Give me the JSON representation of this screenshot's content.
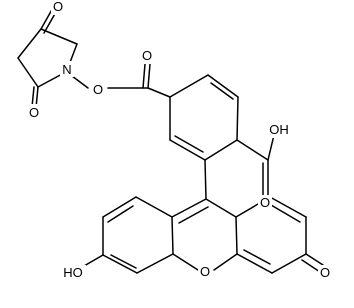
{
  "diagram": {
    "type": "chemical-structure",
    "bond_color": "#000000",
    "background_color": "#ffffff",
    "atom_labels": {
      "o_imide_top": "O",
      "n_imide": "N",
      "o_imide_bottom": "O",
      "o_ester_link": "O",
      "o_ester_carbonyl": "O",
      "o_acid_carbonyl": "O",
      "oh_acid": "OH",
      "ho_phenol": "HO",
      "o_xanthene": "O",
      "o_quinone": "O"
    }
  }
}
